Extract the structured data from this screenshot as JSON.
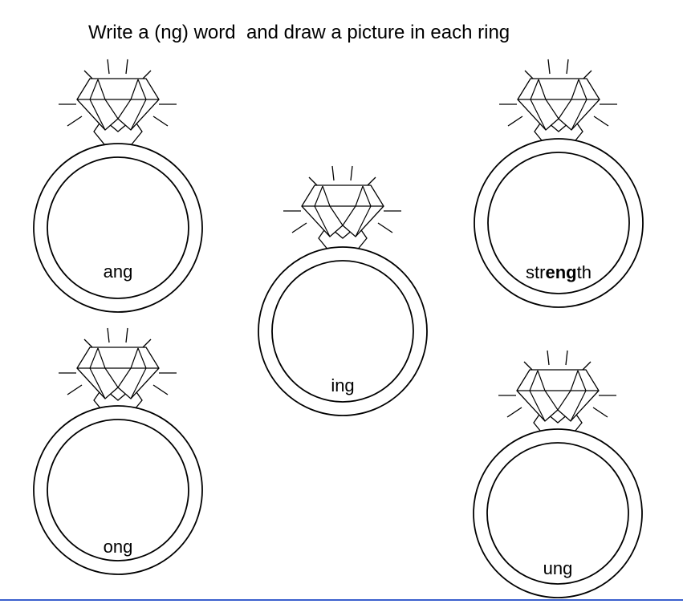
{
  "worksheet": {
    "title": "Write a (ng) word  and draw a picture in each ring",
    "rings": [
      {
        "id": "ang",
        "label": "ang"
      },
      {
        "id": "ing",
        "label": "ing"
      },
      {
        "id": "strength",
        "label_parts": [
          "str",
          "eng",
          "th"
        ]
      },
      {
        "id": "ong",
        "label": "ong"
      },
      {
        "id": "ung",
        "label": "ung"
      }
    ],
    "colors": {
      "ink": "#000000",
      "paper": "#ffffff",
      "bottom_rule": "#3a5fcd"
    },
    "icons": [
      "diamond-ring-icon",
      "sparkle-lines-icon"
    ]
  }
}
